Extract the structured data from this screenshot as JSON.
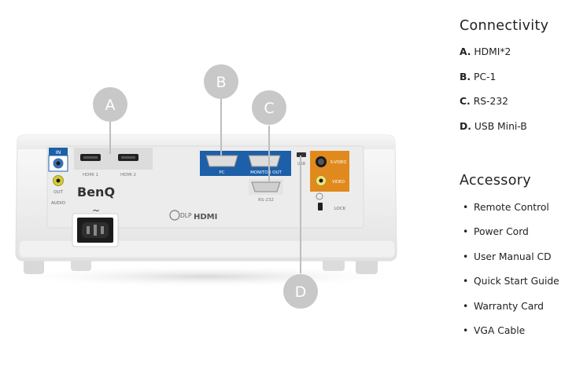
{
  "product": {
    "brand": "BenQ",
    "callouts": [
      "A",
      "B",
      "C",
      "D"
    ],
    "port_labels": {
      "in": "IN",
      "out": "OUT",
      "audio": "AUDIO",
      "hdmi1": "HDMI 1",
      "hdmi2": "HDMI 2",
      "pc": "PC",
      "monitor_out": "MONITOR OUT",
      "rs232": "RS-232",
      "usb": "USB",
      "svideo": "S-VIDEO",
      "video": "VIDEO",
      "lock": "LOCK",
      "dlp": "DLP",
      "hdmi_logo": "HDMI"
    }
  },
  "connectivity": {
    "title": "Connectivity",
    "items": [
      {
        "letter": "A.",
        "text": "HDMI*2"
      },
      {
        "letter": "B.",
        "text": "PC-1"
      },
      {
        "letter": "C.",
        "text": "RS-232"
      },
      {
        "letter": "D.",
        "text": "USB Mini-B"
      }
    ]
  },
  "accessory": {
    "title": "Accessory",
    "bullet": "•",
    "items": [
      "Remote Control",
      "Power Cord",
      "User Manual CD",
      "Quick Start Guide",
      "Warranty Card",
      "VGA Cable"
    ]
  },
  "colors": {
    "callout_circle": "#c8c8c8",
    "callout_line": "#bdbdbd",
    "blue_panel": "#1d5fa8",
    "orange_panel": "#e08a1e",
    "body": "#f3f3f3"
  }
}
